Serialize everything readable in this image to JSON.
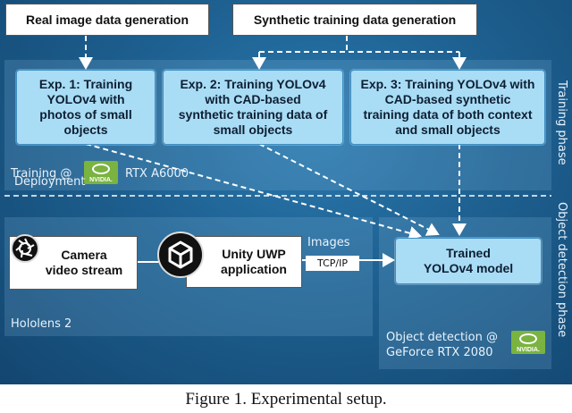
{
  "top_boxes": {
    "real": "Real image data generation",
    "synthetic": "Synthetic training data generation"
  },
  "experiments": [
    {
      "lines": [
        "Exp. 1: Training",
        "YOLOv4 with",
        "photos of small",
        "objects"
      ]
    },
    {
      "lines": [
        "Exp. 2: Training YOLOv4",
        "with CAD-based",
        "synthetic training data of",
        "small objects"
      ]
    },
    {
      "lines": [
        "Exp. 3: Training YOLOv4 with",
        "CAD-based synthetic",
        "training data of both context",
        "and small objects"
      ]
    }
  ],
  "training_label": "Training @",
  "training_gpu": "RTX A6000",
  "training_phase": "Training phase",
  "deployment": "Deployment",
  "camera": {
    "lines": [
      "Camera",
      "video stream"
    ]
  },
  "unity": {
    "lines": [
      "Unity UWP",
      "application"
    ]
  },
  "images_label": "Images",
  "tcp_label": "TCP/IP",
  "trained": {
    "lines": [
      "Trained",
      "YOLOv4 model"
    ]
  },
  "hololens": "Hololens 2",
  "object_detection_label": "Object detection @",
  "object_detection_gpu": "GeForce RTX 2080",
  "object_detection_phase": "Object detection phase",
  "nvidia_text": "NVIDIA.",
  "caption": "Figure 1. Experimental setup.",
  "colors": {
    "background": "#1d5f8f",
    "box": "#a9dcf5",
    "nvidia": "#7ab340"
  }
}
